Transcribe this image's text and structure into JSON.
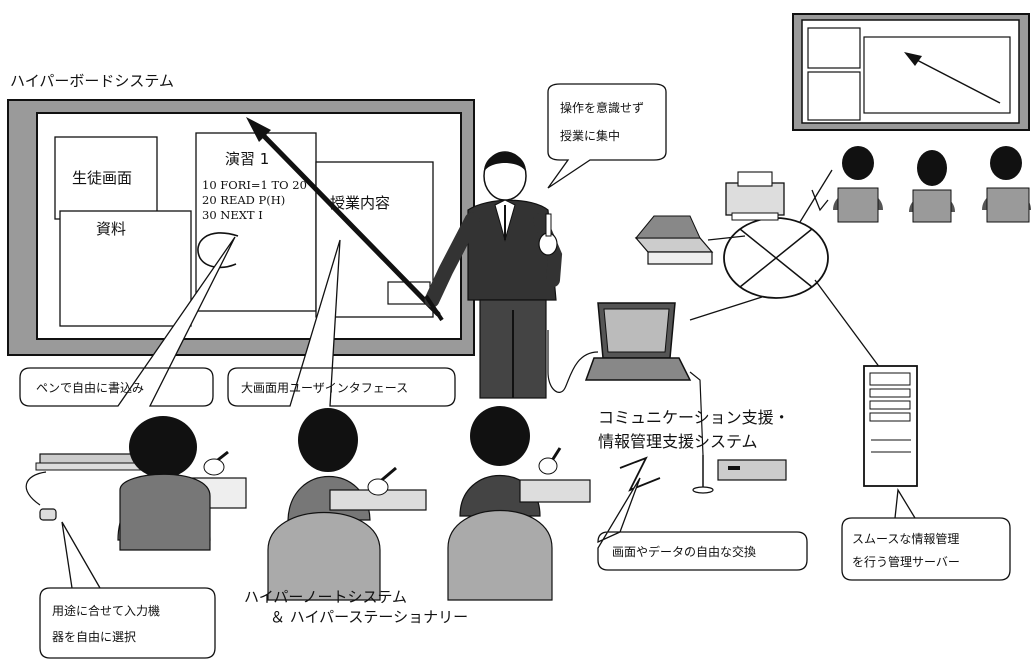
{
  "titles": {
    "hyperboard": "ハイパーボードシステム",
    "hypernote_line1": "ハイパーノートシステム",
    "hypernote_line2": "＆ ハイパーステーショナリー",
    "comm_line1": "コミュニケーション支援・",
    "comm_line2": "情報管理支援システム"
  },
  "board": {
    "student_screen": "生徒画面",
    "materials": "資料",
    "exercise_title": "演習 1",
    "code_lines": [
      "10 FORI=1 TO 20",
      "20   READ P(H)",
      "30 NEXT  I"
    ],
    "lesson_content": "授業内容"
  },
  "callouts": {
    "focus_line1": "操作を意識せず",
    "focus_line2": "授業に集中",
    "pen": "ペンで自由に書込み",
    "big_ui": "大画面用ユーザインタフェース",
    "exchange": "画面やデータの自由な交換",
    "server_line1": "スムースな情報管理",
    "server_line2": "を行う管理サーバー",
    "input_line1": "用途に合せて入力機",
    "input_line2": "器を自由に選択"
  }
}
